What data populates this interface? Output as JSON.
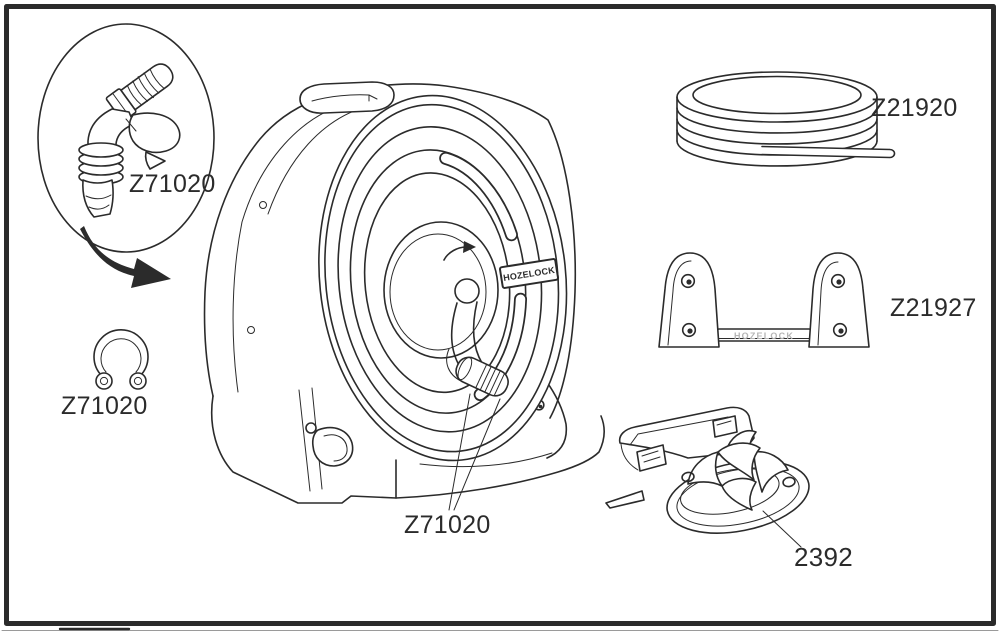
{
  "brand": "HOZELOCK",
  "colors": {
    "ink": "#2b2b2b",
    "background": "#ffffff",
    "bracket_brand_text": "#b5b5b5"
  },
  "labels": {
    "connector": "Z71020",
    "circlip": "Z71020",
    "crank": "Z71020",
    "coil": "Z21920",
    "bracket": "Z21927",
    "guide": "2392"
  }
}
